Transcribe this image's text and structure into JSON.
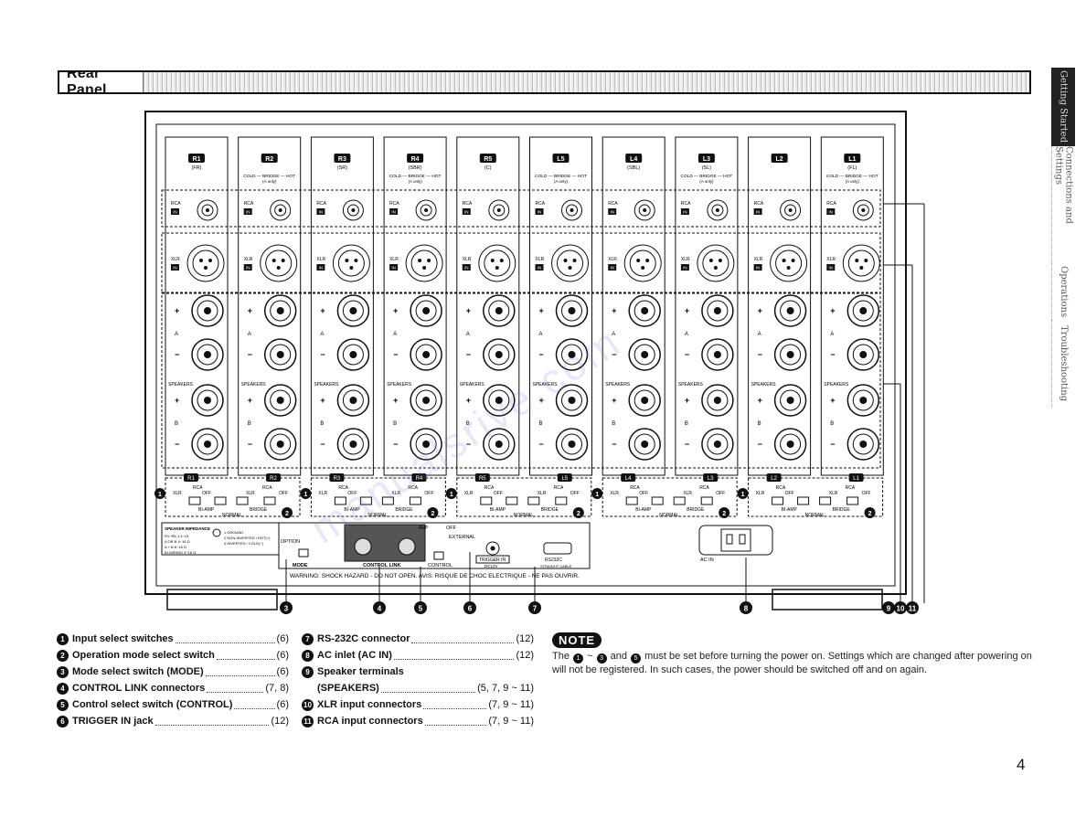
{
  "header": {
    "title": "Rear Panel"
  },
  "side_tabs": [
    {
      "label": "Getting Started",
      "active": true
    },
    {
      "label": "Connections and Settings",
      "active": false
    },
    {
      "label": "Operations",
      "active": false
    },
    {
      "label": "Troubleshooting",
      "active": false
    }
  ],
  "panel": {
    "channels": [
      {
        "label": "R1",
        "sub": "(FR)"
      },
      {
        "label": "R2",
        "sub": ""
      },
      {
        "label": "R3",
        "sub": "(SR)"
      },
      {
        "label": "R4",
        "sub": "(SBR)"
      },
      {
        "label": "R5",
        "sub": "(C)"
      },
      {
        "label": "L5",
        "sub": ""
      },
      {
        "label": "L4",
        "sub": "(SBL)"
      },
      {
        "label": "L3",
        "sub": "(SL)"
      },
      {
        "label": "L2",
        "sub": ""
      },
      {
        "label": "L1",
        "sub": "(FL)"
      }
    ],
    "bridge_label": "COLD — BRIDGE — HOT",
    "bridge_sub": "(A only)",
    "rca_label": "RCA",
    "in_label": "IN",
    "xlr_label": "XLR",
    "speakers_label": "SPEAKERS",
    "a_label": "A",
    "b_label": "B",
    "switch_pairs": [
      [
        "R1",
        "R2"
      ],
      [
        "R3",
        "R4"
      ],
      [
        "R5",
        "L5"
      ],
      [
        "L4",
        "L3"
      ],
      [
        "L2",
        "L1"
      ]
    ],
    "switch_rca": "RCA",
    "switch_xlr": "XLR",
    "switch_off": "OFF",
    "switch_bi_amp": "BI-AMP",
    "switch_bridge": "BRIDGE",
    "switch_normal": "NORMAL",
    "speaker_impedance_title": "SPEAKER IMPEDANCE",
    "speaker_impedance_rows": [
      "R1~R5, L1~L5",
      "A OR B   4~16 Ω",
      "A + B    8~16 Ω",
      "BI-WIRING 4~16 Ω"
    ],
    "pin_legend": [
      "1 GROUND",
      "2 NON-INVERTED / HOT(+)",
      "3 INVERTED / COLD(−)"
    ],
    "option_label": "OPTION",
    "mode_label": "MODE",
    "control_link_label": "CONTROL LINK",
    "avp_label": "AVP",
    "off_label": "OFF",
    "external_label": "EXTERNAL",
    "control_label": "CONTROL",
    "trigger_label": "TRIGGER IN",
    "trigger_sub": "DC12V",
    "rs232_label": "RS232C",
    "rs232_sub": "STRAIGHT CABLE",
    "ac_in_label": "AC IN",
    "warning": "WARNING: SHOCK HAZARD - DO NOT OPEN.   AVIS: RISQUE DE CHOC ELECTRIQUE - NE PAS OUVRIR.",
    "callouts": [
      "1",
      "2",
      "3",
      "4",
      "5",
      "6",
      "7",
      "8",
      "9",
      "10",
      "11"
    ]
  },
  "legend_left": [
    {
      "num": "1",
      "label": "Input select switches",
      "page": "(6)"
    },
    {
      "num": "2",
      "label": "Operation mode select switch",
      "page": "(6)"
    },
    {
      "num": "3",
      "label": "Mode select switch (MODE)",
      "page": "(6)"
    },
    {
      "num": "4",
      "label": "CONTROL LINK connectors",
      "page": "(7, 8)"
    },
    {
      "num": "5",
      "label": "Control select switch (CONTROL)",
      "page": "(6)"
    },
    {
      "num": "6",
      "label": "TRIGGER IN jack",
      "page": "(12)"
    }
  ],
  "legend_right": [
    {
      "num": "7",
      "label": "RS-232C connector",
      "page": "(12)"
    },
    {
      "num": "8",
      "label": "AC inlet (AC IN)",
      "page": "(12)"
    },
    {
      "num": "9",
      "label": "Speaker terminals",
      "page": ""
    },
    {
      "num": "",
      "label": "(SPEAKERS)",
      "page": "(5, 7, 9 ~ 11)"
    },
    {
      "num": "10",
      "label": "XLR input connectors",
      "page": "(7, 9 ~ 11)"
    },
    {
      "num": "11",
      "label": "RCA input connectors",
      "page": "(7, 9 ~ 11)"
    }
  ],
  "note": {
    "badge": "NOTE",
    "text_a": "The",
    "n1": "1",
    "tilde": "~",
    "n3": "3",
    "and": "and",
    "n5": "5",
    "text_b": "must be set before turning the power on. Settings which are changed after powering on will not be registered. In such cases, the power should be switched off and on again."
  },
  "watermark": "manualsrive.com",
  "page_number": "4"
}
